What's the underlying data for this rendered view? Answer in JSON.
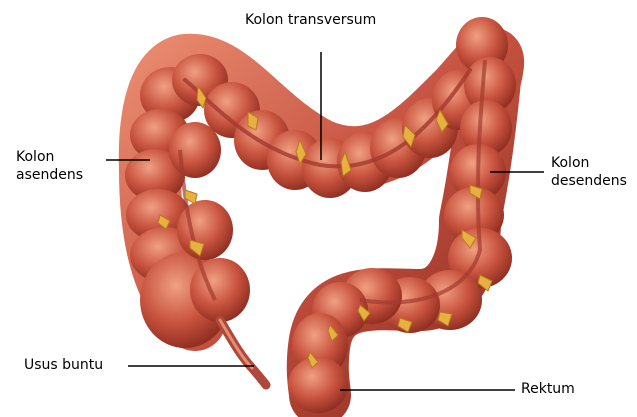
{
  "labels": {
    "transversum": "Kolon transversum",
    "asendens_line1": "Kolon",
    "asendens_line2": "asendens",
    "desendens_line1": "Kolon",
    "desendens_line2": "desendens",
    "buntu": "Usus buntu",
    "rektum": "Rektum"
  },
  "colors": {
    "tissue": "#c4503f",
    "tissue_dark": "#8e2e22",
    "tissue_light": "#e88a6e",
    "fat": "#e8b040",
    "leader_line": "#000000"
  }
}
